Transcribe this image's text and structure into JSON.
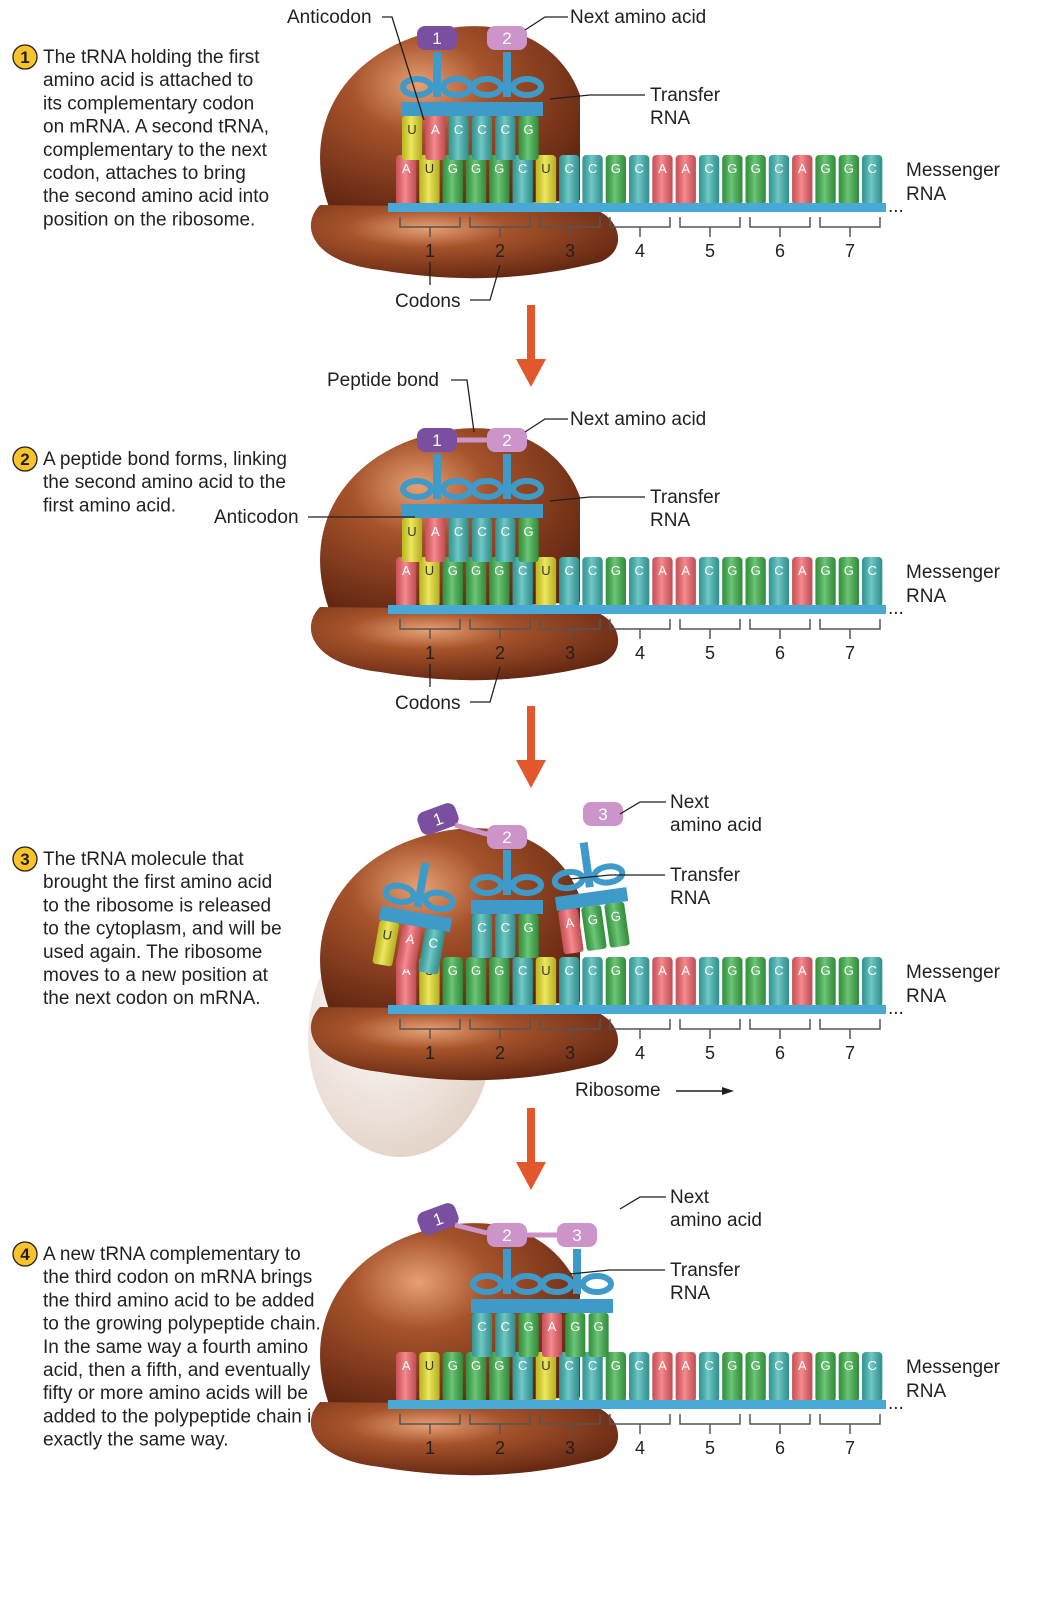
{
  "panels": [
    {
      "step": "1",
      "text": [
        "The tRNA holding the first",
        "amino acid is attached to",
        "its complementary codon",
        "on mRNA. A second tRNA,",
        "complementary to the next",
        "codon, attaches to bring",
        "the second amino acid into",
        "position on the ribosome."
      ],
      "labels": {
        "anticodon": "Anticodon",
        "next_amino_acid": [
          "Next amino acid"
        ],
        "transfer_rna": [
          "Transfer",
          "RNA"
        ],
        "messenger_rna": [
          "Messenger",
          "RNA"
        ],
        "codons": "Codons"
      },
      "amino_acids": [
        "1",
        "2"
      ],
      "anticodon_bases": [
        "U",
        "A",
        "C",
        "C",
        "C",
        "G"
      ]
    },
    {
      "step": "2",
      "text": [
        "A peptide bond forms, linking",
        "the second amino acid to the",
        "first amino acid."
      ],
      "labels": {
        "peptide_bond": "Peptide bond",
        "anticodon": "Anticodon",
        "next_amino_acid": [
          "Next amino acid"
        ],
        "transfer_rna": [
          "Transfer",
          "RNA"
        ],
        "messenger_rna": [
          "Messenger",
          "RNA"
        ],
        "codons": "Codons"
      },
      "amino_acids": [
        "1",
        "2"
      ],
      "anticodon_bases": [
        "U",
        "A",
        "C",
        "C",
        "C",
        "G"
      ]
    },
    {
      "step": "3",
      "text": [
        "The tRNA molecule that",
        "brought the first amino acid",
        "to the ribosome is released",
        "to the cytoplasm, and will be",
        "used again. The ribosome",
        "moves to a new position at",
        "the next codon on mRNA."
      ],
      "labels": {
        "next_amino_acid": [
          "Next",
          "amino acid"
        ],
        "transfer_rna": [
          "Transfer",
          "RNA"
        ],
        "messenger_rna": [
          "Messenger",
          "RNA"
        ],
        "ribosome": "Ribosome"
      },
      "amino_acids": [
        "1",
        "2",
        "3"
      ],
      "anticodon_bases": [
        "U",
        "A",
        "C",
        "C",
        "C",
        "G",
        "A",
        "G",
        "G"
      ]
    },
    {
      "step": "4",
      "text": [
        "A new tRNA complementary to",
        "the third codon on mRNA brings",
        "the third amino acid to be added",
        "to the growing polypeptide chain.",
        "In the same way a fourth amino",
        "acid, then a fifth, and eventually",
        "fifty or more amino acids will be",
        "added to the polypeptide chain in",
        "exactly the same way."
      ],
      "labels": {
        "next_amino_acid": [
          "Next",
          "amino acid"
        ],
        "transfer_rna": [
          "Transfer",
          "RNA"
        ],
        "messenger_rna": [
          "Messenger",
          "RNA"
        ]
      },
      "amino_acids": [
        "1",
        "2",
        "3"
      ],
      "anticodon_bases": [
        "C",
        "C",
        "G",
        "A",
        "G",
        "G"
      ]
    }
  ],
  "mrna_bases": [
    "A",
    "U",
    "G",
    "G",
    "G",
    "C",
    "U",
    "C",
    "C",
    "G",
    "C",
    "A",
    "A",
    "C",
    "G",
    "G",
    "C",
    "A",
    "G",
    "G",
    "C"
  ],
  "codon_numbers": [
    "1",
    "2",
    "3",
    "4",
    "5",
    "6",
    "7"
  ],
  "colors": {
    "ribosome": "#7a3417",
    "ribosome_light": "#eadfd7",
    "mrna_backbone": "#49a9d6",
    "A": "#f4646a",
    "U": "#e7e02a",
    "G": "#3db24a",
    "C": "#3fb6b2",
    "trna": "#3e9ac9",
    "amino_acid_2": "#cc94c9",
    "amino_acid_1": "#7b4fa0",
    "arrow": "#e2572b"
  }
}
